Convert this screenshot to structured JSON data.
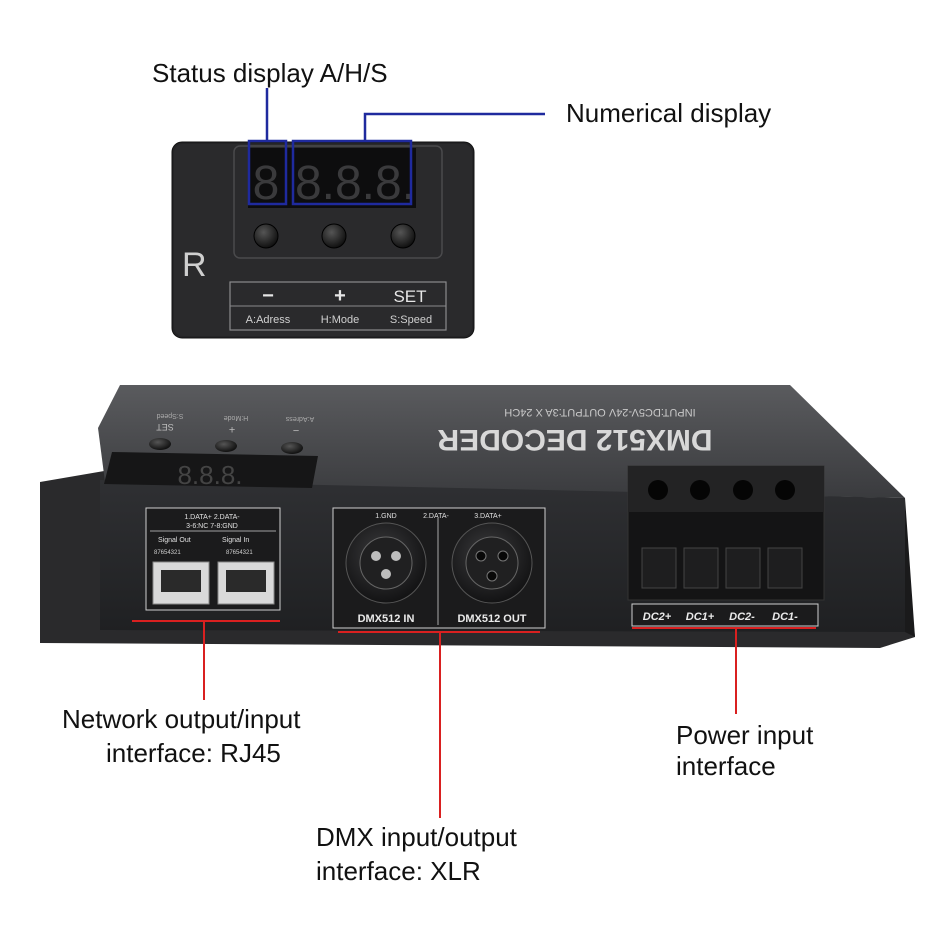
{
  "callouts": {
    "status": "Status display A/H/S",
    "numerical": "Numerical display",
    "network_line1": "Network output/input",
    "network_line2": "interface: RJ45",
    "power_line1": "Power input",
    "power_line2": "interface",
    "dmx_line1": "DMX input/output",
    "dmx_line2": "interface: XLR"
  },
  "panel": {
    "digits": [
      "8",
      "8.8.8."
    ],
    "brand_letter": "R",
    "buttons": [
      {
        "symbol": "−",
        "label": "A:Adress"
      },
      {
        "symbol": "+",
        "label": "H:Mode"
      },
      {
        "symbol": "SET",
        "label": "S:Speed"
      }
    ]
  },
  "device": {
    "title": "DMX512 DECODER",
    "spec_line": "INPUT:DC5V-24V    OUTPUT:3A X 24CH",
    "top_labels": [
      "A:Adress",
      "H:Mode",
      "S:Speed",
      "SET",
      "+",
      "−"
    ],
    "rj45_header_1": "1.DATA+   2.DATA-",
    "rj45_header_2": "3-6:NC    7-8:GND",
    "rj45_port_labels": [
      "Signal Out",
      "Signal In"
    ],
    "rj45_pins": [
      "87654321",
      "87654321"
    ],
    "xlr_header": [
      "1.GND",
      "2.DATA-",
      "3.DATA+"
    ],
    "xlr_labels": [
      "DMX512 IN",
      "DMX512 OUT"
    ],
    "power_labels": [
      "DC2+",
      "DC1+",
      "DC2-",
      "DC1-"
    ]
  },
  "colors": {
    "highlight_box": "#1f2a9e",
    "leader_red": "#d92020",
    "case_dark": "#2c2c2e",
    "panel_black": "#222224"
  }
}
